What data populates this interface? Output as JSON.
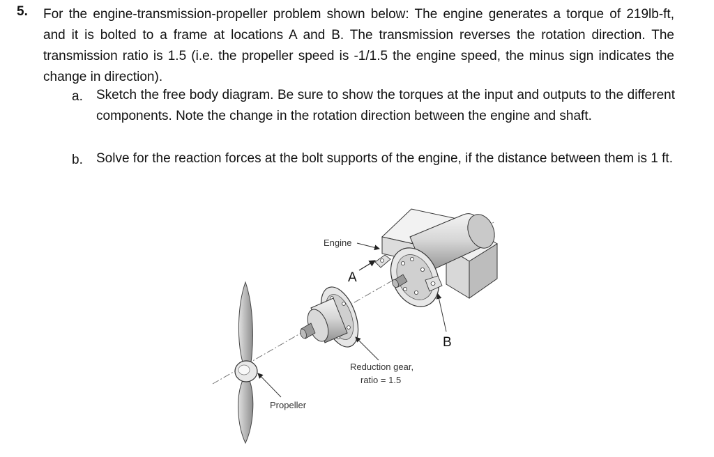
{
  "problem": {
    "number": "5.",
    "stem": "For the engine-transmission-propeller problem shown below: The engine generates a torque of 219lb-ft, and it is bolted to a frame at locations A and B. The transmission reverses the rotation direction. The transmission ratio is 1.5 (i.e. the propeller speed is -1/1.5 the engine speed, the minus sign indicates the change in direction).",
    "parts": [
      {
        "letter": "a.",
        "text": "Sketch the free body diagram. Be sure to show the torques at the input and outputs to the different components. Note the change in the rotation direction between the engine and shaft."
      },
      {
        "letter": "b.",
        "text": "Solve for the reaction forces at the bolt supports of the engine, if the distance between them is 1 ft."
      }
    ]
  },
  "figure": {
    "labels": {
      "engine": "Engine",
      "point_a": "A",
      "point_b": "B",
      "reduction_gear_line1": "Reduction gear,",
      "reduction_gear_line2": "ratio = 1.5",
      "propeller": "Propeller"
    }
  }
}
